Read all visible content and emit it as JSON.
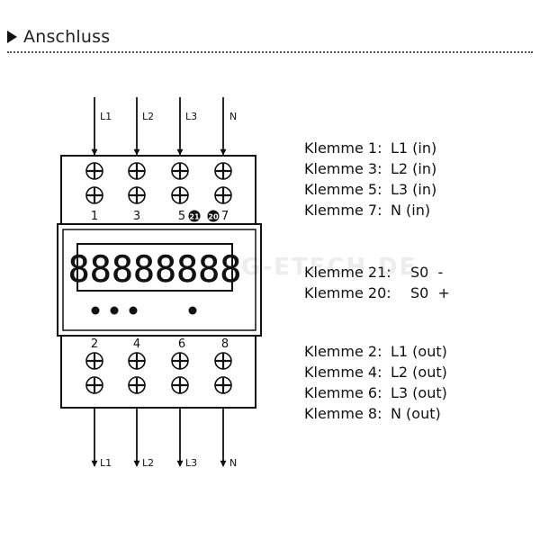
{
  "header": {
    "title": "Anschluss"
  },
  "watermark": "G-ETECH.DE",
  "diagram": {
    "inputs": [
      "L1",
      "L2",
      "L3",
      "N"
    ],
    "outputs": [
      "L1",
      "L2",
      "L3",
      "N"
    ],
    "top_terminals": [
      "1",
      "3",
      "5",
      "7"
    ],
    "pulse_terminals": [
      "21",
      "20"
    ],
    "bottom_terminals": [
      "2",
      "4",
      "6",
      "8"
    ],
    "display_digits": "88888888"
  },
  "legend": {
    "inputs": [
      {
        "key": "Klemme 1:",
        "value": "L1 (in)"
      },
      {
        "key": "Klemme 3:",
        "value": "L2 (in)"
      },
      {
        "key": "Klemme 5:",
        "value": "L3 (in)"
      },
      {
        "key": "Klemme 7:",
        "value": "N (in)"
      }
    ],
    "pulse": [
      {
        "key": "Klemme 21:",
        "value": "S0  -"
      },
      {
        "key": "Klemme 20:",
        "value": "S0  +"
      }
    ],
    "outputs": [
      {
        "key": "Klemme 2:",
        "value": "L1 (out)"
      },
      {
        "key": "Klemme 4:",
        "value": "L2 (out)"
      },
      {
        "key": "Klemme 6:",
        "value": "L3 (out)"
      },
      {
        "key": "Klemme 8:",
        "value": "N (out)"
      }
    ]
  }
}
